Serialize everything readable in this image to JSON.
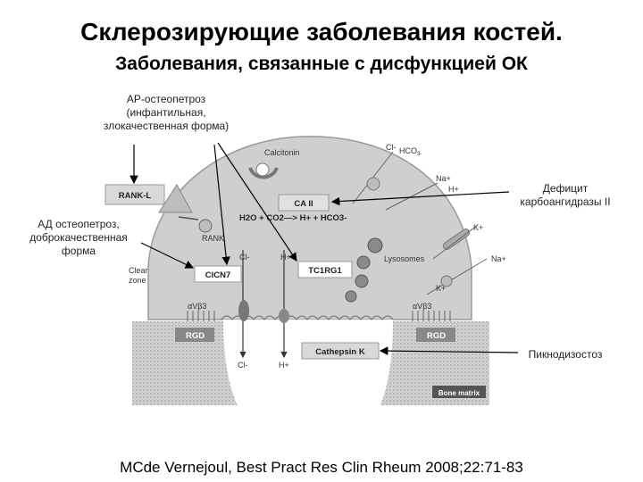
{
  "title": "Склерозирующие заболевания костей.",
  "subtitle": "Заболевания, связанные с дисфункцией ОК",
  "annotations": {
    "ar_osteopetrosis": [
      "АР-остеопетроз",
      "(инфантильная,",
      "злокачественная форма)"
    ],
    "ad_osteopetrosis": [
      "АД остеопетроз,",
      "доброкачественная",
      "форма"
    ],
    "ca2_deficiency": [
      "Дефицит",
      "карбоангидразы II"
    ],
    "pycnodysostosis": "Пикнодизостоз"
  },
  "cell_labels": {
    "calcitonin": "Calcitonin",
    "cl_minus_top": "Cl-",
    "hco3": "HCO",
    "hco3_sub": "3-",
    "na_plus_top": "Na+",
    "h_plus_top": "H+",
    "k_plus_top": "K+",
    "na_plus_right": "Na+",
    "k_plus_bottom": "K+",
    "rankl": "RANK-L",
    "ca2": "CA II",
    "equation": "H2O + CO2—> H+ + HCO3-",
    "rank": "RANK",
    "clear_zone_1": "Clear",
    "clear_zone_2": "zone",
    "clcn7": "ClCN7",
    "cl_minus_mid": "Cl-",
    "h_plus_mid": "H+",
    "tc1rg1": "TC1RG1",
    "lysosomes": "Lysosomes",
    "integrin_left": "αVβ3",
    "integrin_right": "αVβ3",
    "rgd_left": "RGD",
    "rgd_right": "RGD",
    "cathepsin": "Cathepsin K",
    "cl_minus_bottom": "Cl-",
    "h_plus_bottom": "H+",
    "bone_matrix": "Bone matrix"
  },
  "citation": "MCde Vernejoul, Best Pract Res Clin Rheum 2008;22:71-83"
}
